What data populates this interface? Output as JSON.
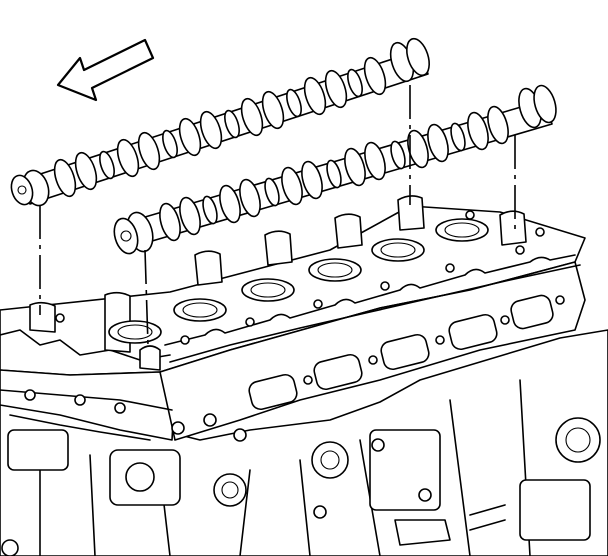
{
  "diagram": {
    "components": [
      {
        "id": "direction-arrow",
        "icon": "arrow-left-up-icon"
      },
      {
        "id": "exhaust-camshaft"
      },
      {
        "id": "intake-camshaft"
      },
      {
        "id": "cylinder-head"
      },
      {
        "id": "engine-block"
      }
    ],
    "colors": {
      "stroke": "#000000",
      "fill": "#ffffff"
    }
  }
}
